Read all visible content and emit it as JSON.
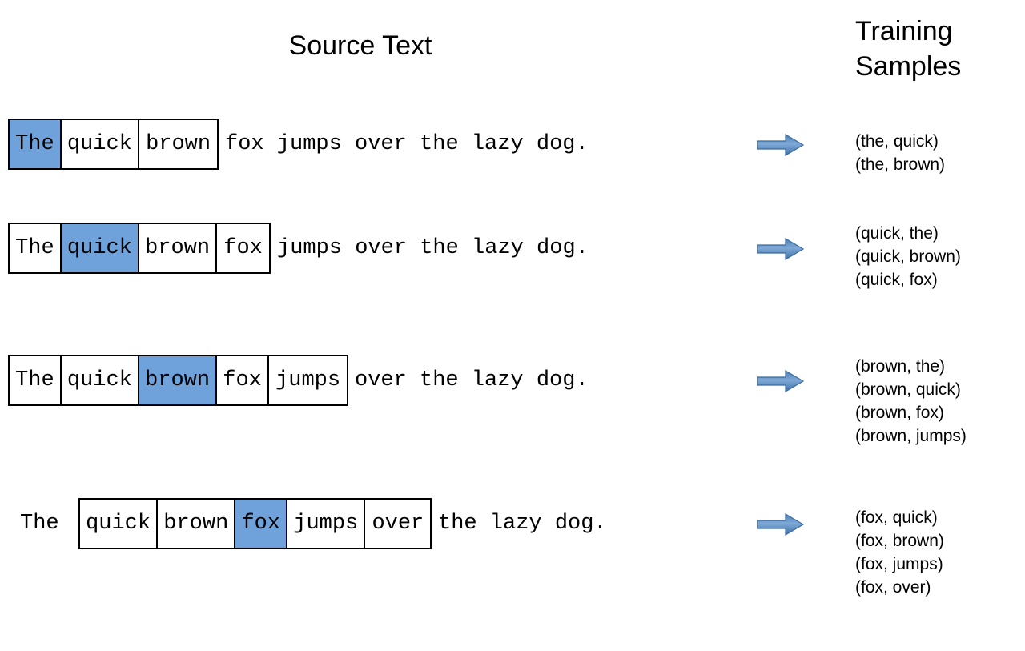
{
  "headings": {
    "source_text": "Source Text",
    "training_samples_line1": "Training",
    "training_samples_line2": "Samples"
  },
  "colors": {
    "highlight_blue": "#6FA2DB",
    "arrow_blue_dark": "#3D6FA8",
    "arrow_blue_light": "#7BA7D7",
    "border_black": "#000000",
    "text_black": "#000000"
  },
  "icons": {
    "arrow": "right-block-arrow-icon"
  },
  "sentence": "The quick brown fox jumps over the lazy dog.",
  "rows": [
    {
      "id": "row-1",
      "head": "",
      "window_words": [
        "The",
        "quick",
        "brown"
      ],
      "highlight_index": 0,
      "tail": "fox jumps over the lazy dog.",
      "arrow": "➡",
      "samples": [
        "(the, quick)",
        "(the, brown)"
      ]
    },
    {
      "id": "row-2",
      "head": "",
      "window_words": [
        "The",
        "quick",
        "brown",
        "fox"
      ],
      "highlight_index": 1,
      "tail": "jumps over the lazy dog.",
      "arrow": "➡",
      "samples": [
        "(quick, the)",
        "(quick, brown)",
        "(quick, fox)"
      ]
    },
    {
      "id": "row-3",
      "head": "",
      "window_words": [
        "The",
        "quick",
        "brown",
        "fox",
        "jumps"
      ],
      "highlight_index": 2,
      "tail": "over the lazy dog.",
      "arrow": "➡",
      "samples": [
        "(brown, the)",
        "(brown, quick)",
        "(brown, fox)",
        "(brown, jumps)"
      ]
    },
    {
      "id": "row-4",
      "head": "The",
      "window_words": [
        "quick",
        "brown",
        "fox",
        "jumps",
        "over"
      ],
      "highlight_index": 2,
      "tail": "the lazy dog.",
      "arrow": "➡",
      "samples": [
        "(fox, quick)",
        "(fox, brown)",
        "(fox, jumps)",
        "(fox, over)"
      ]
    }
  ]
}
